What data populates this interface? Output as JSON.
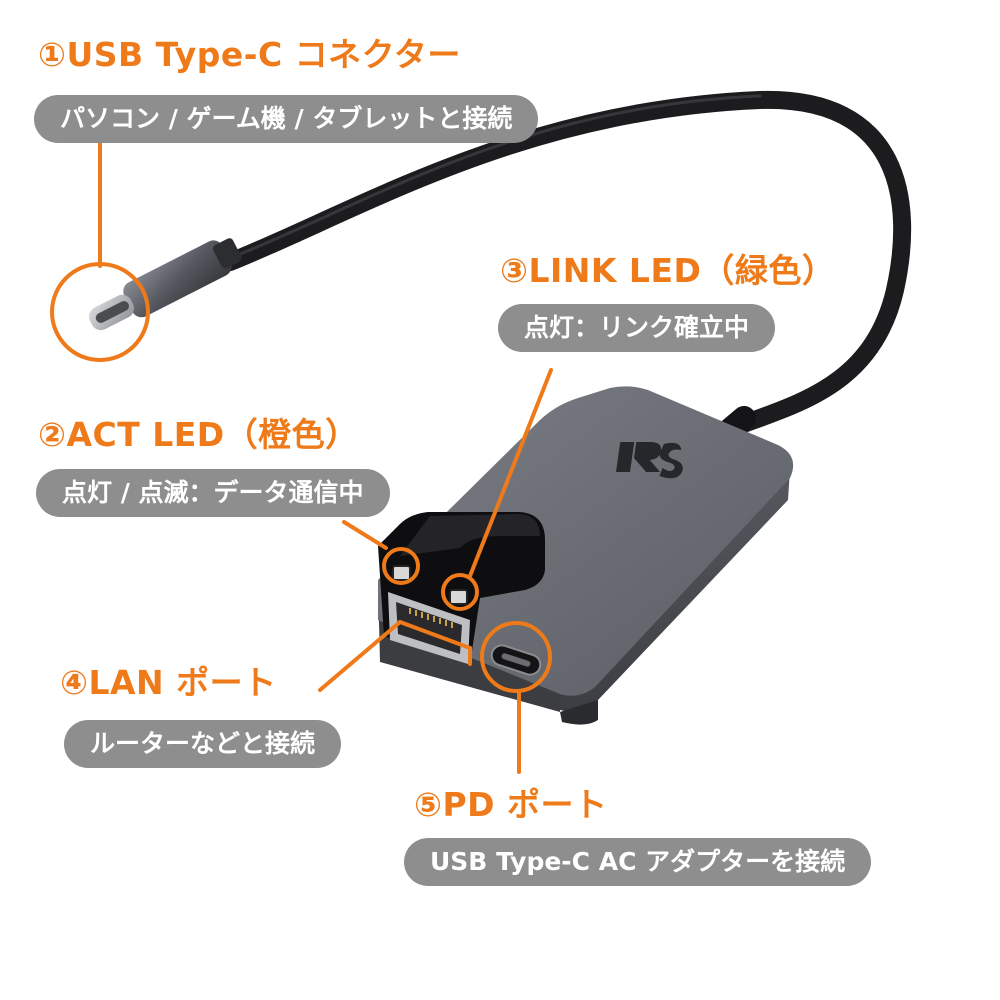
{
  "colors": {
    "accent": "#ee7a1a",
    "pill_bg": "#8e8e8e",
    "pill_text": "#ffffff",
    "device_body": "#63666c",
    "cable": "#1c1c1e"
  },
  "callouts": [
    {
      "title": "①USB Type-C コネクター",
      "desc": "パソコン / ゲーム機 / タブレットと接続"
    },
    {
      "title": "②ACT LED（橙色）",
      "desc": "点灯 / 点滅：データ通信中"
    },
    {
      "title": "③LINK LED（緑色）",
      "desc": "点灯：リンク確立中"
    },
    {
      "title": "④LAN ポート",
      "desc": "ルーターなどと接続"
    },
    {
      "title": "⑤PD ポート",
      "desc": "USB Type-C AC アダプターを接続"
    }
  ]
}
